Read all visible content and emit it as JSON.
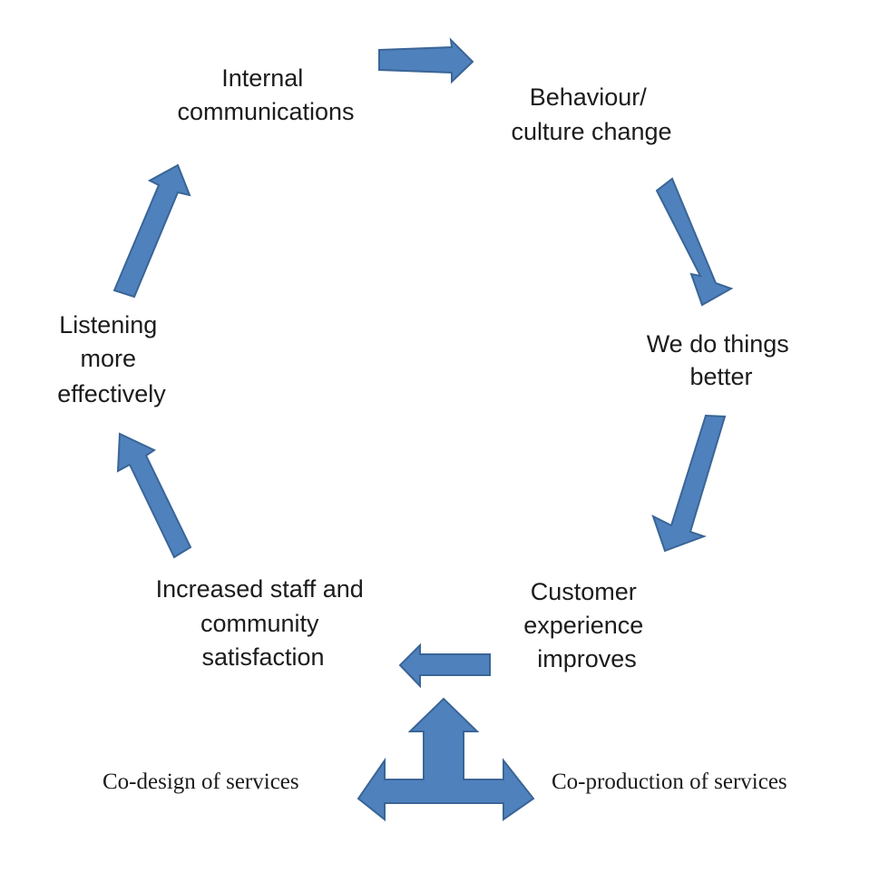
{
  "colors": {
    "arrow_fill": "#4f81bd",
    "arrow_stroke": "#3a6596",
    "text": "#1c1c1c"
  },
  "cycle": {
    "nodes": [
      {
        "id": "internal-communications",
        "lines": [
          "Internal",
          "communications"
        ]
      },
      {
        "id": "behaviour-culture-change",
        "lines": [
          "Behaviour/",
          "culture change"
        ]
      },
      {
        "id": "we-do-things-better",
        "lines": [
          "We do things",
          "better"
        ]
      },
      {
        "id": "customer-experience-improves",
        "lines": [
          "Customer",
          "experience",
          "improves"
        ]
      },
      {
        "id": "increased-staff-community-satisfaction",
        "lines": [
          "Increased staff and",
          "community",
          "satisfaction"
        ]
      },
      {
        "id": "listening-more-effectively",
        "lines": [
          "Listening",
          "more",
          "effectively"
        ]
      }
    ]
  },
  "outcomes": {
    "left_label": "Co-design of services",
    "right_label": "Co-production of services"
  }
}
